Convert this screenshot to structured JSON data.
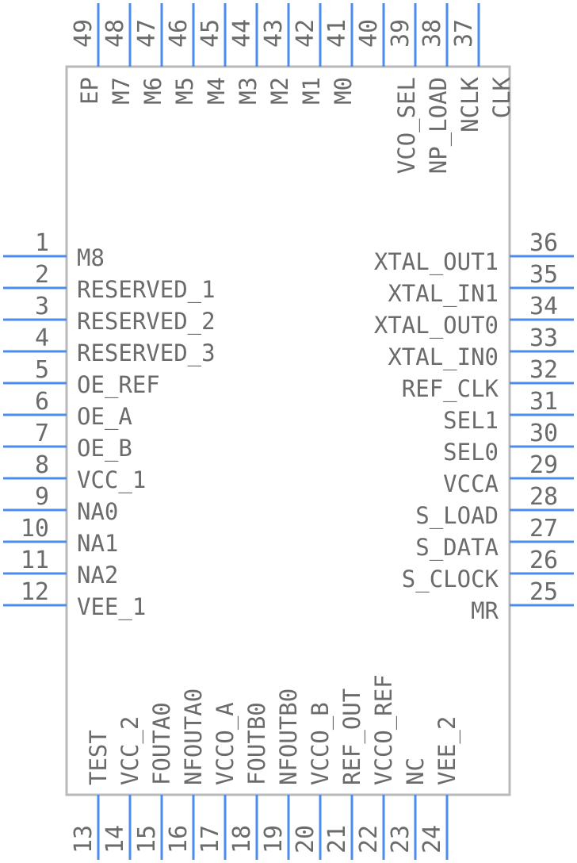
{
  "component": {
    "colors": {
      "pin": "#4a8cf0",
      "body_outline": "#b9b9b9",
      "text": "#6b6b6b"
    },
    "left_pins": [
      {
        "num": "1",
        "name": "M8"
      },
      {
        "num": "2",
        "name": "RESERVED_1"
      },
      {
        "num": "3",
        "name": "RESERVED_2"
      },
      {
        "num": "4",
        "name": "RESERVED_3"
      },
      {
        "num": "5",
        "name": "OE_REF"
      },
      {
        "num": "6",
        "name": "OE_A"
      },
      {
        "num": "7",
        "name": "OE_B"
      },
      {
        "num": "8",
        "name": "VCC_1"
      },
      {
        "num": "9",
        "name": "NA0"
      },
      {
        "num": "10",
        "name": "NA1"
      },
      {
        "num": "11",
        "name": "NA2"
      },
      {
        "num": "12",
        "name": "VEE_1"
      }
    ],
    "right_pins": [
      {
        "num": "36",
        "name": "XTAL_OUT1"
      },
      {
        "num": "35",
        "name": "XTAL_IN1"
      },
      {
        "num": "34",
        "name": "XTAL_OUT0"
      },
      {
        "num": "33",
        "name": "XTAL_IN0"
      },
      {
        "num": "32",
        "name": "REF_CLK"
      },
      {
        "num": "31",
        "name": "SEL1"
      },
      {
        "num": "30",
        "name": "SEL0"
      },
      {
        "num": "29",
        "name": "VCCA"
      },
      {
        "num": "28",
        "name": "S_LOAD"
      },
      {
        "num": "27",
        "name": "S_DATA"
      },
      {
        "num": "26",
        "name": "S_CLOCK"
      },
      {
        "num": "25",
        "name": "MR"
      }
    ],
    "top_pins": [
      {
        "num": "49",
        "name": "EP"
      },
      {
        "num": "48",
        "name": "M7"
      },
      {
        "num": "47",
        "name": "M6"
      },
      {
        "num": "46",
        "name": "M5"
      },
      {
        "num": "45",
        "name": "M4"
      },
      {
        "num": "44",
        "name": "M3"
      },
      {
        "num": "43",
        "name": "M2"
      },
      {
        "num": "42",
        "name": "M1"
      },
      {
        "num": "41",
        "name": "M0"
      },
      {
        "num": "40",
        "name": ""
      },
      {
        "num": "39",
        "name": "VCO_SEL"
      },
      {
        "num": "38",
        "name": "NP_LOAD"
      },
      {
        "num": "37",
        "name": "NCLK"
      },
      {
        "num": "",
        "name": "CLK"
      }
    ],
    "bottom_pins": [
      {
        "num": "13",
        "name": "TEST"
      },
      {
        "num": "14",
        "name": "VCC_2"
      },
      {
        "num": "15",
        "name": "FOUTA0"
      },
      {
        "num": "16",
        "name": "NFOUTA0"
      },
      {
        "num": "17",
        "name": "VCCO_A"
      },
      {
        "num": "18",
        "name": "FOUTB0"
      },
      {
        "num": "19",
        "name": "NFOUTB0"
      },
      {
        "num": "20",
        "name": "VCCO_B"
      },
      {
        "num": "21",
        "name": "REF_OUT"
      },
      {
        "num": "22",
        "name": "VCCO_REF"
      },
      {
        "num": "23",
        "name": "NC"
      },
      {
        "num": "24",
        "name": "VEE_2"
      }
    ]
  }
}
